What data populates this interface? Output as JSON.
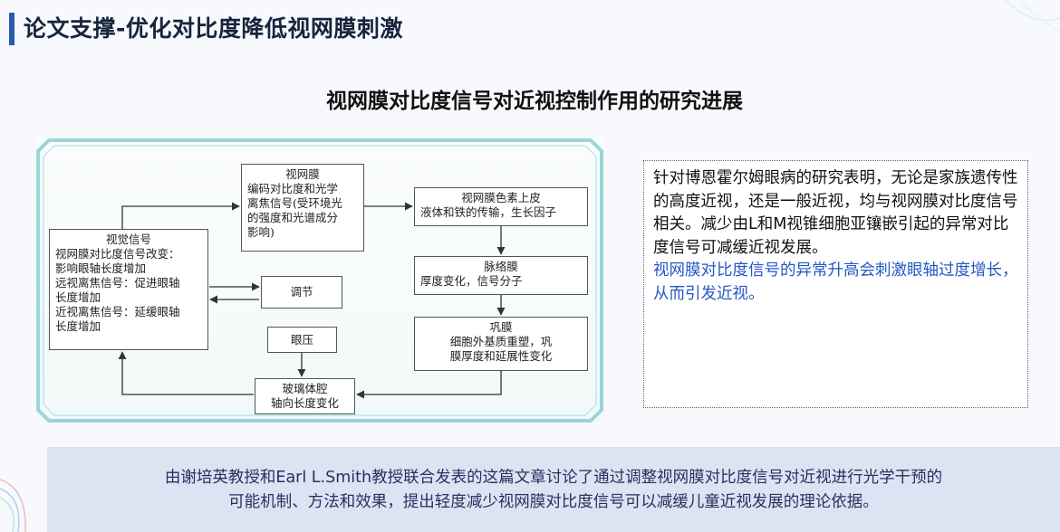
{
  "header": {
    "title": "论文支撑-优化对比度降低视网膜刺激",
    "subtitle": "视网膜对比度信号对近视控制作用的研究进展"
  },
  "diagram": {
    "visual_signal": {
      "head": "视觉信号",
      "lines": [
        "视网膜对比度信号改变：",
        "影响眼轴长度增加",
        "远视离焦信号：促进眼轴",
        "长度增加",
        "近视离焦信号：延缓眼轴",
        "长度增加"
      ]
    },
    "retina": {
      "head": "视网膜",
      "lines": [
        "编码对比度和光学",
        "离焦信号(受环境光",
        "的强度和光谱成分",
        "影响)"
      ]
    },
    "rpe": {
      "head": "视网膜色素上皮",
      "lines": [
        "液体和铁的传输，生长因子"
      ]
    },
    "choroid": {
      "head": "脉络膜",
      "lines": [
        "厚度变化，信号分子"
      ]
    },
    "sclera": {
      "head": "巩膜",
      "lines": [
        "细胞外基质重塑，巩",
        "膜厚度和延展性变化"
      ]
    },
    "adjust": {
      "label": "调节"
    },
    "iop": {
      "label": "眼压"
    },
    "vitreous": {
      "lines": [
        "玻璃体腔",
        "轴向长度变化"
      ]
    }
  },
  "note": {
    "black_text": "针对博恩霍尔姆眼病的研究表明，无论是家族遗传性的高度近视，还是一般近视，均与视网膜对比度信号相关。减少由L和M视锥细胞亚镶嵌引起的异常对比度信号可减缓近视发展。",
    "blue_text": "视网膜对比度信号的异常升高会刺激眼轴过度增长，从而引发近视。"
  },
  "footer": {
    "line1": "由谢培英教授和Earl L.Smith教授联合发表的这篇文章讨论了通过调整视网膜对比度信号对近视进行光学干预的",
    "line2": "可能机制、方法和效果，提出轻度减少视网膜对比度信号可以减缓儿童近视发展的理论依据。"
  },
  "colors": {
    "accent_bar": "#2b5bb3",
    "frame_teal": "#8fd3d5",
    "highlight_blue": "#2458c6",
    "footer_bg": "#dde3f3"
  }
}
